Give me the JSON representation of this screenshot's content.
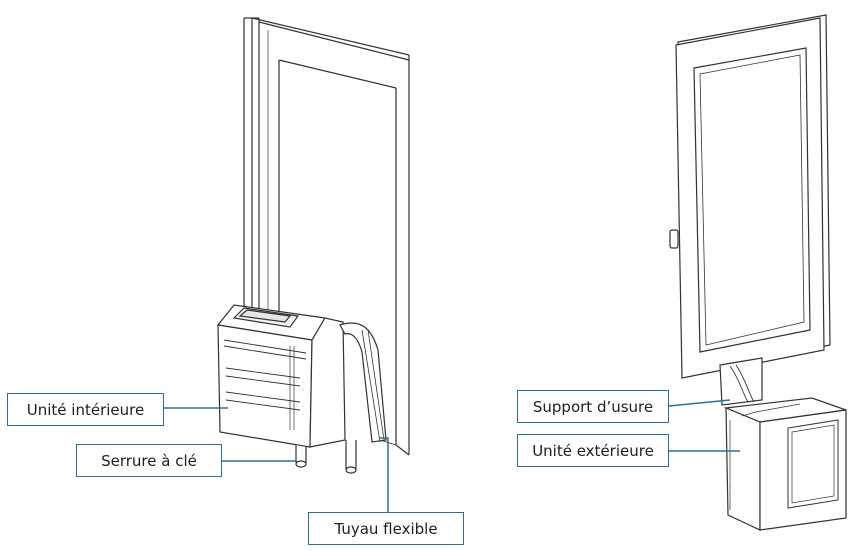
{
  "labels": {
    "indoor_unit": "Unité intérieure",
    "key_lock": "Serrure à clé",
    "flexible_hose": "Tuyau flexible",
    "wear_support": "Support d’usure",
    "outdoor_unit": "Unité extérieure"
  },
  "colors": {
    "label_border": "#2f6f93",
    "leader_line": "#2f6f93",
    "drawing_stroke": "#333333",
    "label_text": "#1e1e1e"
  },
  "icons": {
    "left_view": "window-mounted-indoor-unit-drawing",
    "right_view": "panel-with-outdoor-unit-drawing"
  }
}
